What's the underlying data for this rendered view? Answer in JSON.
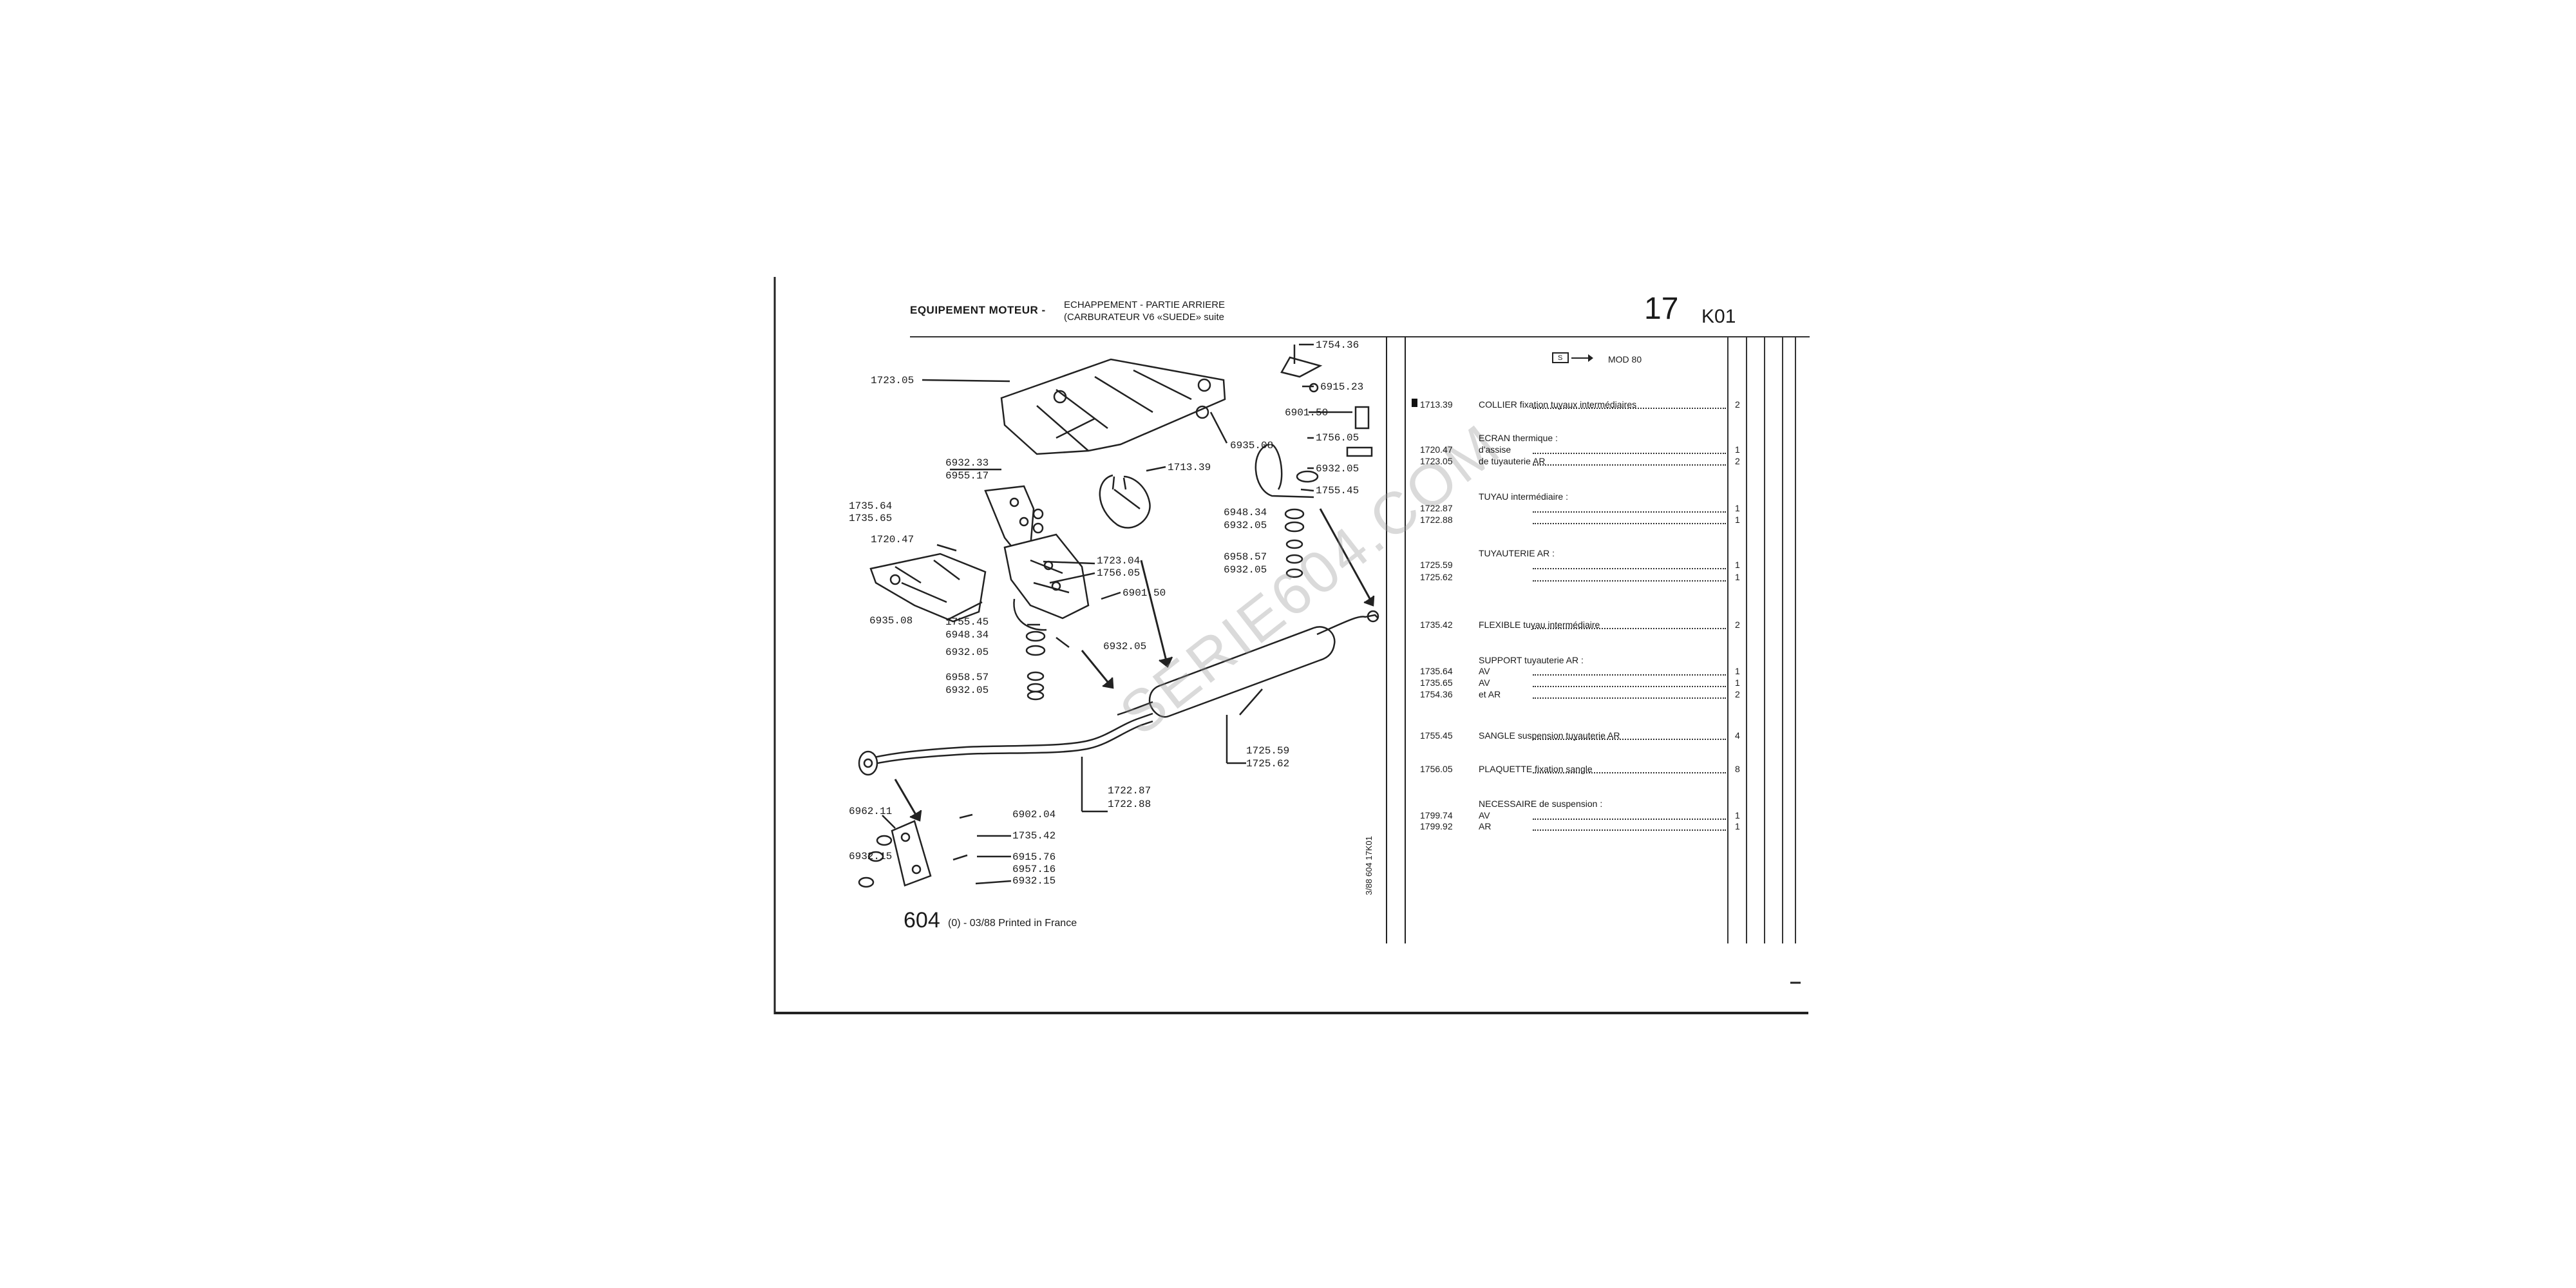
{
  "header": {
    "section": "EQUIPEMENT MOTEUR -",
    "subtitle1": "ECHAPPEMENT - PARTIE ARRIERE",
    "subtitle2": "(CARBURATEUR V6 «SUEDE» suite",
    "group_number": "17",
    "group_code": "K01"
  },
  "diagram_labels": {
    "l1723_05": "1723.05",
    "l1754_36": "1754.36",
    "l6915_23": "6915.23",
    "l6901_50a": "6901.50",
    "l1756_05a": "1756.05",
    "l6932_05a": "6932.05",
    "l1755_45a": "1755.45",
    "l6935_08a": "6935.08",
    "l1713_39": "1713.39",
    "l6932_33": "6932.33",
    "l6955_17": "6955.17",
    "l1735_64": "1735.64",
    "l1735_65": "1735.65",
    "l1720_47": "1720.47",
    "l6935_08b": "6935.08",
    "l1723_04": "1723.04",
    "l1756_05b": "1756.05",
    "l6901_50b": "6901.50",
    "l1755_45b": "1755.45",
    "l6948_34a": "6948.34",
    "l6932_05b": "6932.05",
    "l6958_57a": "6958.57",
    "l6932_05c": "6932.05",
    "l6932_05d": "6932.05",
    "l6948_34b": "6948.34",
    "l6932_05e": "6932.05",
    "l6958_57b": "6958.57",
    "l6932_05f": "6932.05",
    "l1725_59": "1725.59",
    "l1725_62": "1725.62",
    "l1722_87": "1722.87",
    "l1722_88": "1722.88",
    "l6962_11": "6962.11",
    "l6902_04": "6902.04",
    "l1735_42": "1735.42",
    "l6932_15a": "6932.15",
    "l6915_76": "6915.76",
    "l6957_16": "6957.16",
    "l6932_15b": "6932.15"
  },
  "parts_list": {
    "mod_badge": "S",
    "mod_label": "MOD 80",
    "items": [
      {
        "ref": "1713.39",
        "text": "COLLIER fixation tuyaux intermédiaires",
        "qty": "2"
      },
      {
        "heading": "ECRAN thermique :"
      },
      {
        "ref": "1720.47",
        "text": "d'assise",
        "qty": "1"
      },
      {
        "ref": "1723.05",
        "text": "de tuyauterie AR",
        "qty": "2"
      },
      {
        "heading": "TUYAU intermédiaire :"
      },
      {
        "ref": "1722.87",
        "text": "",
        "qty": "1"
      },
      {
        "ref": "1722.88",
        "text": "",
        "qty": "1"
      },
      {
        "heading": "TUYAUTERIE AR :"
      },
      {
        "ref": "1725.59",
        "text": "",
        "qty": "1"
      },
      {
        "ref": "1725.62",
        "text": "",
        "qty": "1"
      },
      {
        "ref": "1735.42",
        "text": "FLEXIBLE tuyau intermédiaire",
        "qty": "2"
      },
      {
        "heading": "SUPPORT tuyauterie AR :"
      },
      {
        "ref": "1735.64",
        "text": "AV",
        "qty": "1"
      },
      {
        "ref": "1735.65",
        "text": "AV",
        "qty": "1"
      },
      {
        "ref": "1754.36",
        "text": "et AR",
        "qty": "2"
      },
      {
        "ref": "1755.45",
        "text": "SANGLE suspension tuyauterie AR",
        "qty": "4"
      },
      {
        "ref": "1756.05",
        "text": "PLAQUETTE fixation sangle",
        "qty": "8"
      },
      {
        "heading": "NECESSAIRE de suspension :"
      },
      {
        "ref": "1799.74",
        "text": "AV",
        "qty": "1"
      },
      {
        "ref": "1799.92",
        "text": "AR",
        "qty": "1"
      }
    ]
  },
  "footer": {
    "model": "604",
    "edition": "(0) - 03/88 Printed in France",
    "vertical_ref": "3/88 604 17K01"
  },
  "watermark": "SERIE604.COM"
}
